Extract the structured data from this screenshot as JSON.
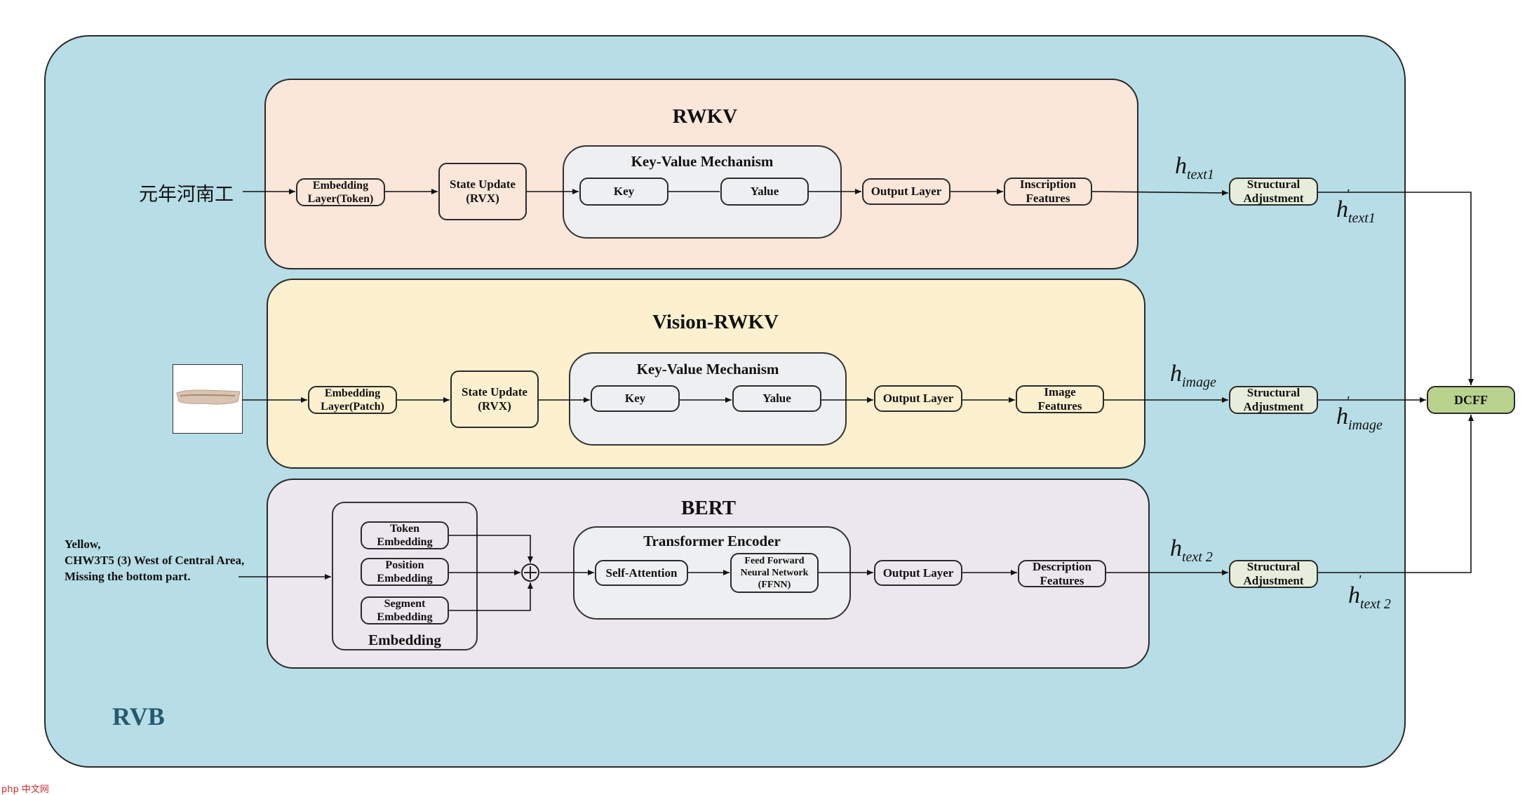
{
  "outer_label": "RVB",
  "rwkv": {
    "title": "RWKV",
    "input_text": "元年河南工",
    "embedding": "Embedding\nLayer(Token)",
    "state_update": "State Update\n(RVX)",
    "kv_title": "Key-Value Mechanism",
    "key": "Key",
    "value": "Yalue",
    "output": "Output Layer",
    "features": "Inscription\nFeatures",
    "h_base": "h",
    "h_sub": "text1",
    "adjust": "Structural\nAdjustment",
    "hp_base": "h",
    "hp_sup": "'",
    "hp_sub": "text1",
    "cube_color": "#f9c4a4"
  },
  "vision": {
    "title": "Vision-RWKV",
    "embedding": "Embedding\nLayer(Patch)",
    "state_update": "State Update\n(RVX)",
    "kv_title": "Key-Value Mechanism",
    "key": "Key",
    "value": "Yalue",
    "output": "Output Layer",
    "features": "Image\nFeatures",
    "h_base": "h",
    "h_sub": "image",
    "adjust": "Structural\nAdjustment",
    "hp_base": "h",
    "hp_sup": "'",
    "hp_sub": "image",
    "cube_color": "#fbf3a8"
  },
  "bert": {
    "title": "BERT",
    "input_text": "Yellow,\nCHW3T5 (3) West of Central Area,\n Missing the bottom part.",
    "token": "Token\nEmbedding",
    "position": "Position\nEmbedding",
    "segment": "Segment\nEmbedding",
    "embedding_title": "Embedding",
    "encoder_title": "Transformer Encoder",
    "self_attention": "Self-Attention",
    "ffnn": "Feed Forward\nNeural Network\n(FFNN)",
    "output": "Output Layer",
    "features": "Description\nFeatures",
    "h_base": "h",
    "h_sub": "text 2",
    "adjust": "Structural\nAdjustment",
    "hp_base": "h",
    "hp_sup": "'",
    "hp_sub": "text 2",
    "cube_color": "#ebe0f0"
  },
  "dcff": "DCFF",
  "watermark": "php 中文网"
}
